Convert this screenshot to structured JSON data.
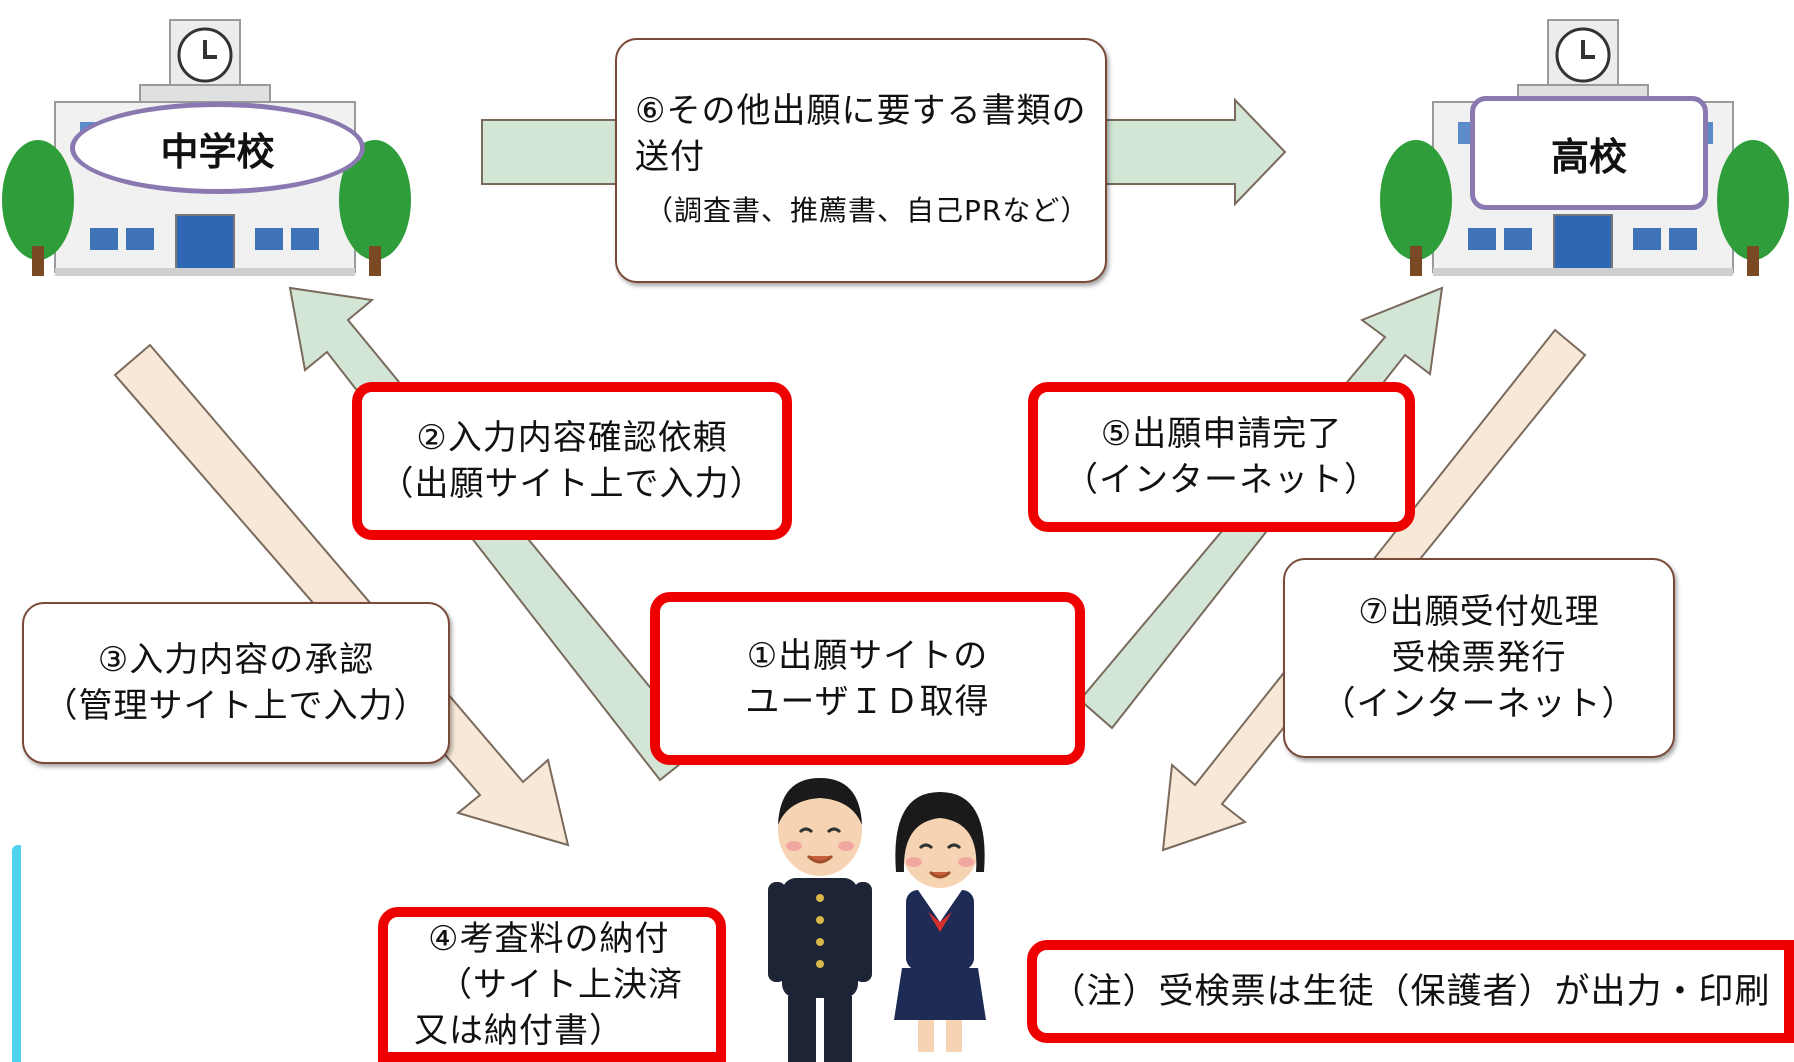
{
  "schools": {
    "middle_label": "中学校",
    "high_label": "高校"
  },
  "steps": {
    "step1": {
      "line1": "①出願サイトの",
      "line2": "ユーザＩＤ取得"
    },
    "step2": {
      "line1": "②入力内容確認依頼",
      "line2": "（出願サイト上で入力）"
    },
    "step3": {
      "line1": "③入力内容の承認",
      "line2": "（管理サイト上で入力）"
    },
    "step4": {
      "line1": "④考査料の納付",
      "line2": "（サイト上決済",
      "line3": "又は納付書）"
    },
    "step5": {
      "line1": "⑤出願申請完了",
      "line2": "（インターネット）"
    },
    "step6": {
      "line1": "⑥その他出願に要する書類の",
      "line2": "送付",
      "line3": "（調査書、推薦書、自己PRなど）"
    },
    "step7": {
      "line1": "⑦出願受付処理",
      "line2": "受検票発行",
      "line3": "（インターネット）"
    }
  },
  "note": "（注）受検票は生徒（保護者）が出力・印刷",
  "colors": {
    "highlight_red": "#ee0000",
    "arrow_green": "#d3e6d6",
    "arrow_peach": "#f7e8d7",
    "arrow_outline": "#7a6a5c",
    "oval_purple": "#8a78b0"
  }
}
